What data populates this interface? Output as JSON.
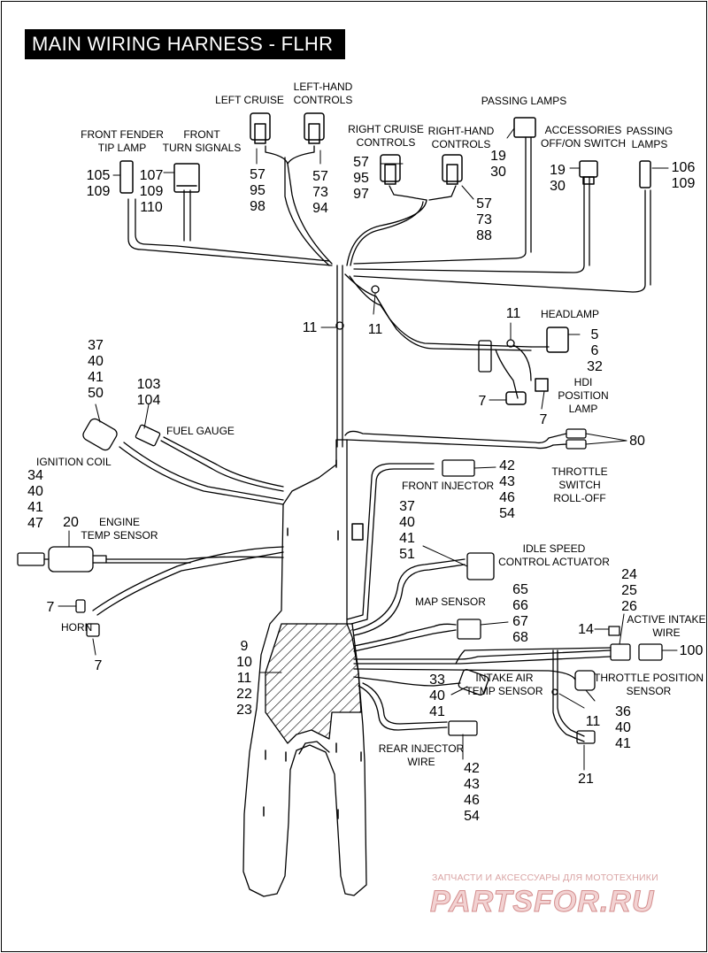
{
  "title": "MAIN WIRING HARNESS - FLHR",
  "labels": [
    {
      "id": "left-cruise",
      "lines": [
        "LEFT CRUISE"
      ]
    },
    {
      "id": "left-hand-controls",
      "lines": [
        "LEFT-HAND",
        "CONTROLS"
      ]
    },
    {
      "id": "passing-lamps-top",
      "lines": [
        "PASSING LAMPS"
      ]
    },
    {
      "id": "front-fender-tip-lamp",
      "lines": [
        "FRONT FENDER",
        "TIP LAMP"
      ]
    },
    {
      "id": "front-turn-signals",
      "lines": [
        "FRONT",
        "TURN SIGNALS"
      ]
    },
    {
      "id": "right-cruise-controls",
      "lines": [
        "RIGHT CRUISE",
        "CONTROLS"
      ]
    },
    {
      "id": "right-hand-controls",
      "lines": [
        "RIGHT-HAND",
        "CONTROLS"
      ]
    },
    {
      "id": "accessories-switch",
      "lines": [
        "ACCESSORIES",
        "OFF/ON SWITCH"
      ]
    },
    {
      "id": "passing-lamps-right",
      "lines": [
        "PASSING",
        "LAMPS"
      ]
    },
    {
      "id": "headlamp",
      "lines": [
        "HEADLAMP"
      ]
    },
    {
      "id": "hdi-position-lamp",
      "lines": [
        "HDI",
        "POSITION",
        "LAMP"
      ]
    },
    {
      "id": "fuel-gauge",
      "lines": [
        "FUEL GAUGE"
      ]
    },
    {
      "id": "ignition-coil",
      "lines": [
        "IGNITION COIL"
      ]
    },
    {
      "id": "engine-temp-sensor",
      "lines": [
        "ENGINE",
        "TEMP SENSOR"
      ]
    },
    {
      "id": "horn",
      "lines": [
        "HORN"
      ]
    },
    {
      "id": "throttle-switch",
      "lines": [
        "THROTTLE",
        "SWITCH",
        "ROLL-OFF"
      ]
    },
    {
      "id": "front-injector",
      "lines": [
        "FRONT INJECTOR"
      ]
    },
    {
      "id": "idle-speed-actuator",
      "lines": [
        "IDLE SPEED",
        "CONTROL ACTUATOR"
      ]
    },
    {
      "id": "map-sensor",
      "lines": [
        "MAP SENSOR"
      ]
    },
    {
      "id": "active-intake-wire",
      "lines": [
        "ACTIVE INTAKE",
        "WIRE"
      ]
    },
    {
      "id": "throttle-position-sensor",
      "lines": [
        "THROTTLE POSITION",
        "SENSOR"
      ]
    },
    {
      "id": "intake-air-temp-sensor",
      "lines": [
        "INTAKE AIR",
        "TEMP SENSOR"
      ]
    },
    {
      "id": "rear-injector-wire",
      "lines": [
        "REAR INJECTOR",
        "WIRE"
      ]
    }
  ],
  "callouts": [
    {
      "id": "c-left-cruise",
      "lines": [
        "57",
        "95",
        "98"
      ]
    },
    {
      "id": "c-left-hand",
      "lines": [
        "57",
        "73",
        "94"
      ]
    },
    {
      "id": "c-passing-top",
      "lines": [
        "19",
        "30"
      ]
    },
    {
      "id": "c-fender-tip",
      "lines": [
        "105",
        "109"
      ]
    },
    {
      "id": "c-turn-signals",
      "lines": [
        "107",
        "109",
        "110"
      ]
    },
    {
      "id": "c-right-cruise",
      "lines": [
        "57",
        "95",
        "97"
      ]
    },
    {
      "id": "c-right-hand",
      "lines": [
        "57",
        "73",
        "88"
      ]
    },
    {
      "id": "c-accessories",
      "lines": [
        "19",
        "30"
      ]
    },
    {
      "id": "c-passing-right",
      "lines": [
        "106",
        "109"
      ]
    },
    {
      "id": "c-11-a",
      "lines": [
        "11"
      ]
    },
    {
      "id": "c-11-b",
      "lines": [
        "11"
      ]
    },
    {
      "id": "c-11-c",
      "lines": [
        "11"
      ]
    },
    {
      "id": "c-headlamp",
      "lines": [
        "5",
        "6",
        "32"
      ]
    },
    {
      "id": "c-7-hdi-a",
      "lines": [
        "7"
      ]
    },
    {
      "id": "c-7-hdi-b",
      "lines": [
        "7"
      ]
    },
    {
      "id": "c-fuel-gauge",
      "lines": [
        "103",
        "104"
      ]
    },
    {
      "id": "c-coil-top",
      "lines": [
        "37",
        "40",
        "41",
        "50"
      ]
    },
    {
      "id": "c-ignition-coil",
      "lines": [
        "34",
        "40",
        "41",
        "47"
      ]
    },
    {
      "id": "c-engine-temp",
      "lines": [
        "20"
      ]
    },
    {
      "id": "c-horn-a",
      "lines": [
        "7"
      ]
    },
    {
      "id": "c-horn-b",
      "lines": [
        "7"
      ]
    },
    {
      "id": "c-throttle-switch",
      "lines": [
        "80"
      ]
    },
    {
      "id": "c-front-injector",
      "lines": [
        "42",
        "43",
        "46",
        "54"
      ]
    },
    {
      "id": "c-idle-speed",
      "lines": [
        "37",
        "40",
        "41",
        "51"
      ]
    },
    {
      "id": "c-map-sensor",
      "lines": [
        "65",
        "66",
        "67",
        "68"
      ]
    },
    {
      "id": "c-active-intake-top",
      "lines": [
        "24",
        "25",
        "26"
      ]
    },
    {
      "id": "c-14",
      "lines": [
        "14"
      ]
    },
    {
      "id": "c-100",
      "lines": [
        "100"
      ]
    },
    {
      "id": "c-main-trunk",
      "lines": [
        "9",
        "10",
        "11",
        "22",
        "23"
      ]
    },
    {
      "id": "c-intake-air",
      "lines": [
        "33",
        "40",
        "41"
      ]
    },
    {
      "id": "c-tps-11",
      "lines": [
        "11"
      ]
    },
    {
      "id": "c-tps",
      "lines": [
        "36",
        "40",
        "41"
      ]
    },
    {
      "id": "c-21",
      "lines": [
        "21"
      ]
    },
    {
      "id": "c-rear-injector",
      "lines": [
        "42",
        "43",
        "46",
        "54"
      ]
    }
  ],
  "watermark": {
    "small": "ЗАПЧАСТИ И АКСЕССУАРЫ ДЛЯ МОТОТЕХНИКИ",
    "big": "PARTSFOR.RU"
  },
  "colors": {
    "ink": "#000000",
    "title_bg": "#000000",
    "title_text": "#ffffff",
    "watermark": "#d48e8e"
  }
}
